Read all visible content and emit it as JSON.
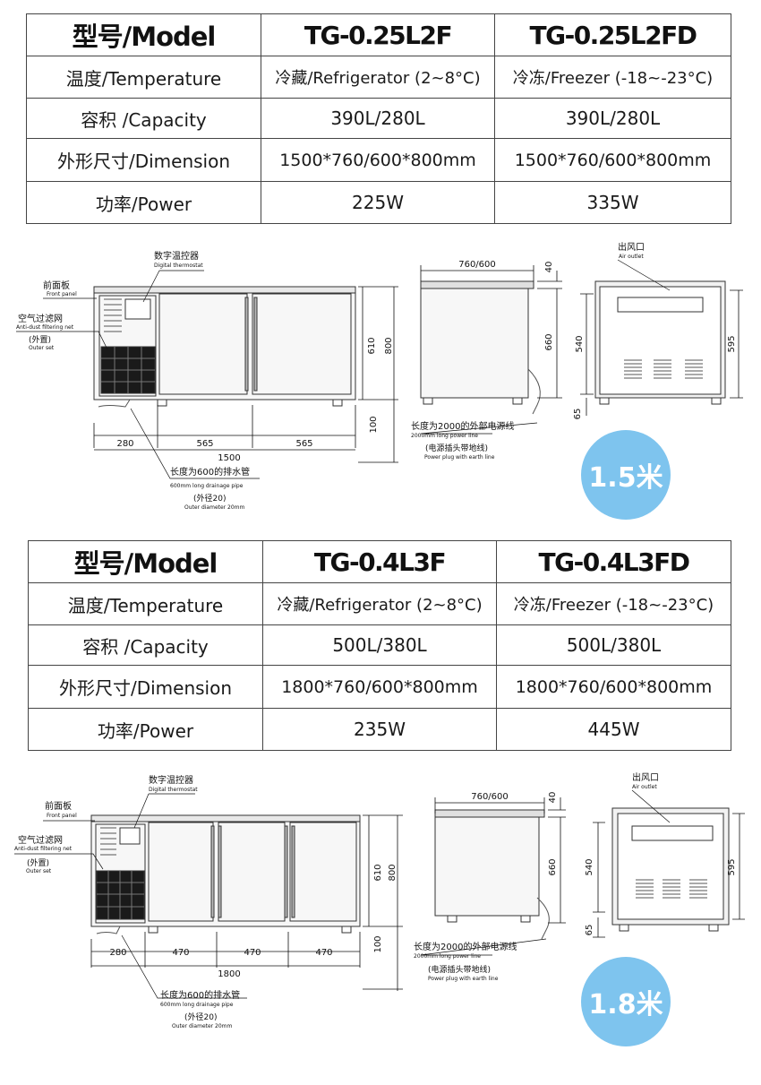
{
  "sections": [
    {
      "table": {
        "header": [
          "型号/Model",
          "TG-0.25L2F",
          "TG-0.25L2FD"
        ],
        "rows": [
          [
            "温度/Temperature",
            "冷藏/Refrigerator (2~8°C)",
            "冷冻/Freezer (-18~-23°C)"
          ],
          [
            "容积 /Capacity",
            "390L/280L",
            "390L/280L"
          ],
          [
            "外形尺寸/Dimension",
            "1500*760/600*800mm",
            "1500*760/600*800mm"
          ],
          [
            "功率/Power",
            "225W",
            "335W"
          ]
        ]
      },
      "diagram": {
        "thermostat": "数字温控器",
        "thermostat_en": "Digital thermostat",
        "front_panel": "前面板",
        "front_panel_en": "Front panel",
        "filter": "空气过滤网",
        "filter_en": "Anti-dust filtering net",
        "filter_note": "(外置)",
        "filter_note_en": "Outer set",
        "drain": "长度为600的排水管",
        "drain_en": "600mm long drainage pipe",
        "drain_dia": "(外径20)",
        "drain_dia_en": "Outer diameter 20mm",
        "power_line": "长度为2000的外部电源线",
        "power_line_en": "2000mm long power line",
        "plug": "(电源插头带地线)",
        "plug_en": "Power plug with earth line",
        "air_outlet": "出风口",
        "air_outlet_en": "Air outlet",
        "dim_front_segments": [
          "280",
          "565",
          "565"
        ],
        "dim_total": "1500",
        "dim_610": "610",
        "dim_800": "800",
        "dim_100": "100",
        "dim_depth": "760/600",
        "dim_40": "40",
        "dim_660": "660",
        "dim_540": "540",
        "dim_595": "595",
        "dim_65": "65"
      },
      "badge": "1.5米"
    },
    {
      "table": {
        "header": [
          "型号/Model",
          "TG-0.4L3F",
          "TG-0.4L3FD"
        ],
        "rows": [
          [
            "温度/Temperature",
            "冷藏/Refrigerator (2~8°C)",
            "冷冻/Freezer (-18~-23°C)"
          ],
          [
            "容积 /Capacity",
            "500L/380L",
            "500L/380L"
          ],
          [
            "外形尺寸/Dimension",
            "1800*760/600*800mm",
            "1800*760/600*800mm"
          ],
          [
            "功率/Power",
            "235W",
            "445W"
          ]
        ]
      },
      "diagram": {
        "thermostat": "数字温控器",
        "thermostat_en": "Digital thermostat",
        "front_panel": "前面板",
        "front_panel_en": "Front panel",
        "filter": "空气过滤网",
        "filter_en": "Anti-dust filtering net",
        "filter_note": "(外置)",
        "filter_note_en": "Outer set",
        "drain": "长度为600的排水管",
        "drain_en": "600mm long drainage pipe",
        "drain_dia": "(外径20)",
        "drain_dia_en": "Outer diameter 20mm",
        "power_line": "长度为2000的外部电源线",
        "power_line_en": "2000mm long power line",
        "plug": "(电源插头带地线)",
        "plug_en": "Power plug with earth line",
        "air_outlet": "出风口",
        "air_outlet_en": "Air outlet",
        "dim_front_segments": [
          "280",
          "470",
          "470",
          "470"
        ],
        "dim_total": "1800",
        "dim_610": "610",
        "dim_800": "800",
        "dim_100": "100",
        "dim_depth": "760/600",
        "dim_40": "40",
        "dim_660": "660",
        "dim_540": "540",
        "dim_595": "595",
        "dim_65": "65"
      },
      "badge": "1.8米"
    }
  ]
}
